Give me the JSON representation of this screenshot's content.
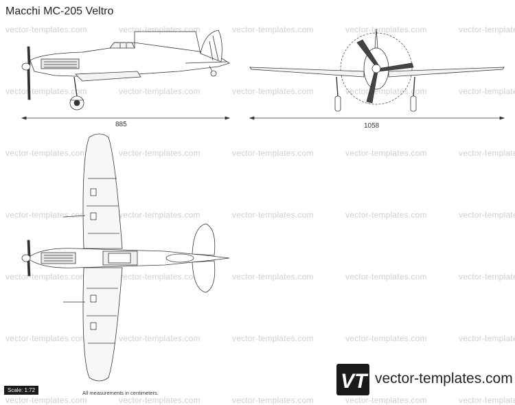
{
  "title": "Macchi MC-205 Veltro",
  "watermark": "vector-templates.com",
  "dimensions": {
    "length": "885",
    "span": "1058"
  },
  "scale_label": "Scale: 1:72",
  "note": "All measurements in centimeters.",
  "logo_glyph": "VT",
  "logo_text": "vector-templates.com"
}
